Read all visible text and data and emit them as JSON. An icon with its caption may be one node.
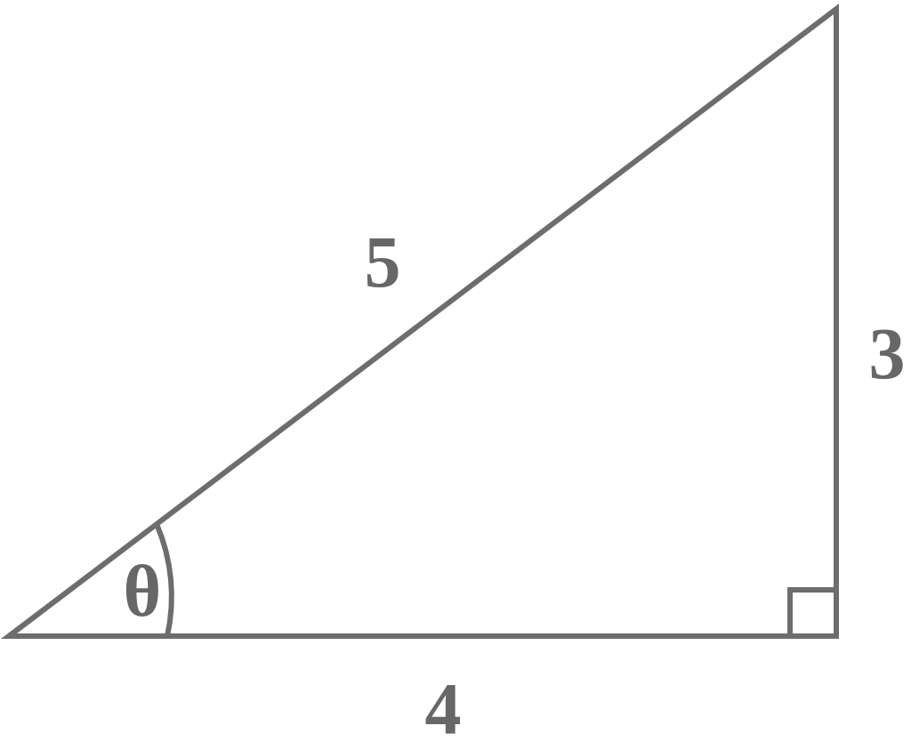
{
  "diagram": {
    "labels": [
      "5",
      "3",
      "θ",
      "4"
    ]
  }
}
